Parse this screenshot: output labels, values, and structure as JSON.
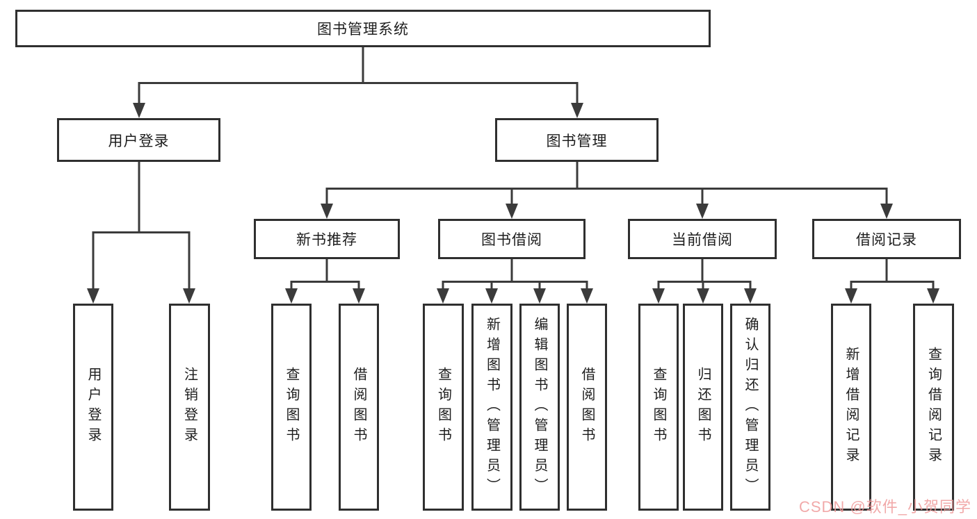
{
  "diagram": {
    "root": {
      "label": "图书管理系统"
    },
    "branches": [
      {
        "id": "user-login",
        "label": "用户登录",
        "children": [
          "用户登录",
          "注销登录"
        ]
      },
      {
        "id": "book-management",
        "label": "图书管理",
        "groups": [
          {
            "id": "new-book-recommend",
            "label": "新书推荐",
            "children": [
              "查询图书",
              "借阅图书"
            ]
          },
          {
            "id": "book-borrow",
            "label": "图书借阅",
            "children": [
              "查询图书",
              "新增图书（管理员）",
              "编辑图书（管理员）",
              "借阅图书"
            ]
          },
          {
            "id": "current-borrow",
            "label": "当前借阅",
            "children": [
              "查询图书",
              "归还图书",
              "确认归还（管理员）"
            ]
          },
          {
            "id": "borrow-record",
            "label": "借阅记录",
            "children": [
              "新增借阅记录",
              "查询借阅记录"
            ]
          }
        ]
      }
    ]
  },
  "watermark": {
    "text": "CSDN @软件_小贺同学",
    "color": "#ef9b9b"
  },
  "colors": {
    "line": "#3b3b3b",
    "border": "#2f2f2f",
    "background": "#ffffff",
    "text": "#1d1d1d"
  }
}
